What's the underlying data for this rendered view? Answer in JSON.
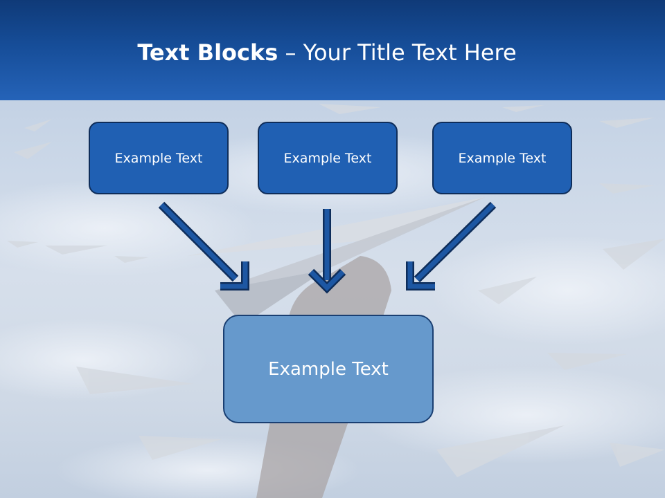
{
  "title": {
    "bold": "Text Blocks",
    "rest": " – Your Title Text Here"
  },
  "blocks": [
    {
      "label": "Example Text"
    },
    {
      "label": "Example Text"
    },
    {
      "label": "Example Text"
    }
  ],
  "target": {
    "label": "Example Text"
  },
  "colors": {
    "header": "#164d98",
    "block_fill": "#2060b3",
    "target_fill": "#6699cc",
    "arrow": "#1d57a3"
  }
}
